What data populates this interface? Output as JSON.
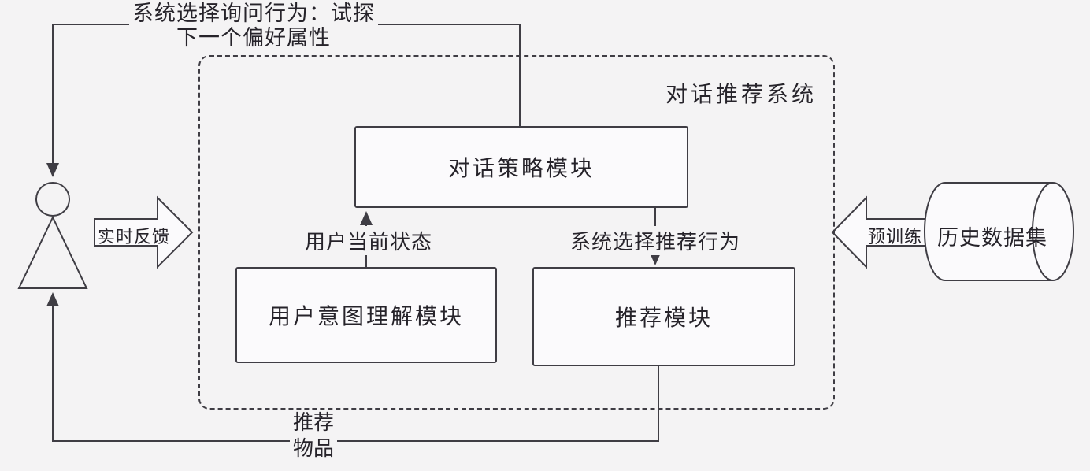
{
  "colors": {
    "background": "#f4f3f4",
    "line": "#3f3d44",
    "box_fill": "#fbfafc",
    "text": "#26232a"
  },
  "annotations": {
    "top_line1": "系统选择询问行为：试探",
    "top_line2": "下一个偏好属性",
    "user_state": "用户当前状态",
    "recommend_action": "系统选择推荐行为",
    "recommend_items_line1": "推荐",
    "recommend_items_line2": "物品"
  },
  "system": {
    "title": "对话推荐系统",
    "modules": {
      "dialogue_policy": "对话策略模块",
      "user_intent": "用户意图理解模块",
      "recommendation": "推荐模块"
    }
  },
  "flows": {
    "realtime_feedback": "实时反馈",
    "pretrain": "预训练"
  },
  "dataset": {
    "label": "历史数据集"
  },
  "icons": {
    "person": "user-person-icon",
    "cylinder": "dataset-cylinder-icon",
    "feedback_arrow": "feedback-arrow-icon",
    "pretrain_arrow": "pretrain-arrow-icon"
  }
}
